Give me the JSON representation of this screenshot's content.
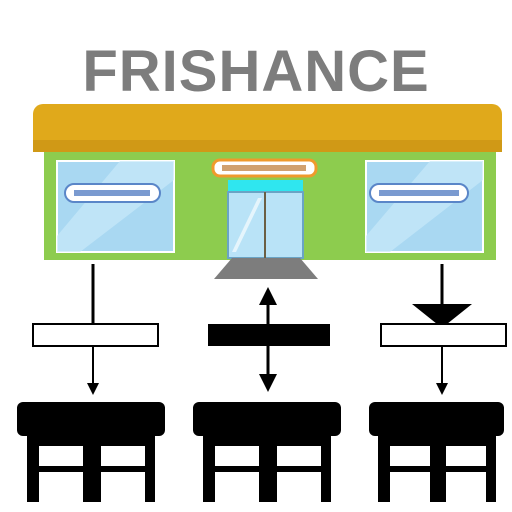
{
  "title": "FRISHANCE",
  "colors": {
    "title": "#7d7d7d",
    "awning": "#e0a91b",
    "facade": "#8dcc4e",
    "window_glass": "#a9d8f2",
    "door_glass": "#b9e3f7",
    "door_header": "#2fe6ef",
    "sign_border": "#ef9a2c",
    "ink": "#000000"
  },
  "icons": {
    "storefront": "storefront-icon",
    "branch": "branch-store-icon",
    "arrow_down": "arrow-down-icon",
    "arrow_bidirectional": "arrow-up-down-icon"
  },
  "branches": [
    {
      "bar_style": "outline",
      "arrow": "down"
    },
    {
      "bar_style": "filled",
      "arrow": "up-down"
    },
    {
      "bar_style": "outline",
      "arrow": "down"
    }
  ]
}
